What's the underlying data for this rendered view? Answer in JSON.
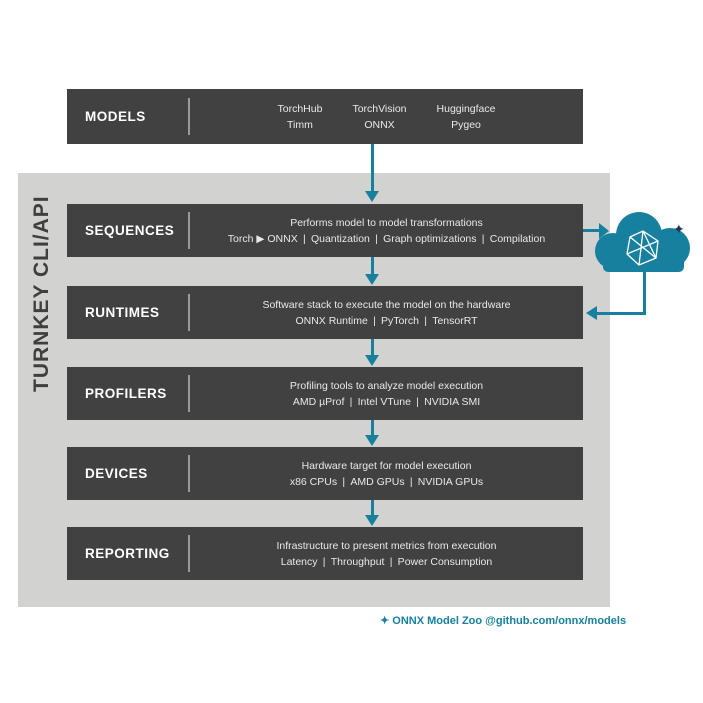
{
  "colors": {
    "teal_accent": "#16809e",
    "dark_box_bg": "#414141",
    "container_bg": "#d2d2d0",
    "box_label_text": "#ffffff",
    "box_desc_text": "#e9e9e9",
    "star_navy": "#1e3a52"
  },
  "sidebar_label": "TURNKEY CLI/API",
  "models_box": {
    "label": "MODELS",
    "columns": [
      {
        "top": "TorchHub",
        "bottom": "Timm"
      },
      {
        "top": "TorchVision",
        "bottom": "ONNX"
      },
      {
        "top": "Huggingface",
        "bottom": "Pygeo"
      }
    ]
  },
  "pipeline_rows": [
    {
      "label": "SEQUENCES",
      "line1": "Performs model to model transformations",
      "line2": "Torch ▶ ONNX | Quantization | Graph optimizations | Compilation"
    },
    {
      "label": "RUNTIMES",
      "line1": "Software stack to execute the model on the hardware",
      "line2": "ONNX Runtime | PyTorch | TensorRT"
    },
    {
      "label": "PROFILERS",
      "line1": "Profiling tools to analyze model execution",
      "line2": "AMD µProf | Intel VTune | NVIDIA SMI"
    },
    {
      "label": "DEVICES",
      "line1": "Hardware target for model execution",
      "line2": "x86 CPUs | AMD GPUs | NVIDIA GPUs"
    },
    {
      "label": "REPORTING",
      "line1": "Infrastructure to present metrics from execution",
      "line2": "Latency | Throughput | Power Consumption"
    }
  ],
  "cloud": {
    "icon": "onnx-cloud-icon",
    "star": "✦"
  },
  "footer": {
    "star": "✦",
    "text": "ONNX Model Zoo @github.com/onnx/models"
  }
}
